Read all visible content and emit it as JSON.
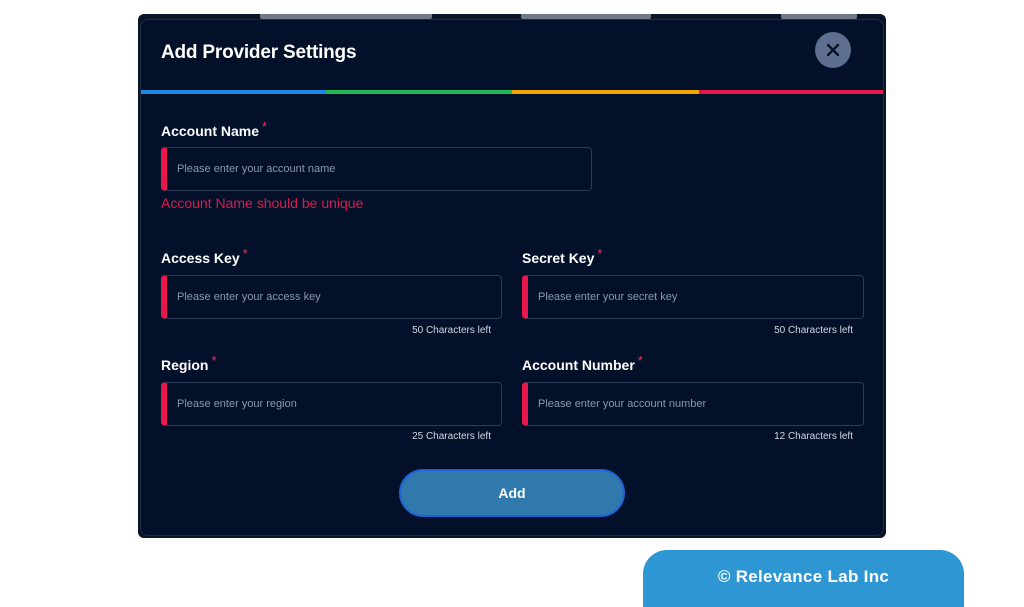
{
  "modal": {
    "title": "Add Provider Settings",
    "close_icon": "close-icon"
  },
  "accent_colors": [
    "#1e88e5",
    "#1db954",
    "#f0a500",
    "#e8174c"
  ],
  "fields": {
    "account_name": {
      "label": "Account Name",
      "required_mark": "*",
      "value": "",
      "placeholder": "Please enter your account name",
      "error": "Account Name should be unique"
    },
    "access_key": {
      "label": "Access Key",
      "required_mark": "*",
      "value": "",
      "placeholder": "Please enter your access key",
      "counter": "50 Characters left"
    },
    "secret_key": {
      "label": "Secret Key",
      "required_mark": "*",
      "value": "",
      "placeholder": "Please enter your secret key",
      "counter": "50 Characters left"
    },
    "region": {
      "label": "Region",
      "required_mark": "*",
      "value": "",
      "placeholder": "Please enter your region",
      "counter": "25 Characters left"
    },
    "account_number": {
      "label": "Account Number",
      "required_mark": "*",
      "value": "",
      "placeholder": "Please enter your account number",
      "counter": "12 Characters left"
    }
  },
  "actions": {
    "add_label": "Add"
  },
  "footer": {
    "copyright": "© Relevance Lab Inc"
  }
}
